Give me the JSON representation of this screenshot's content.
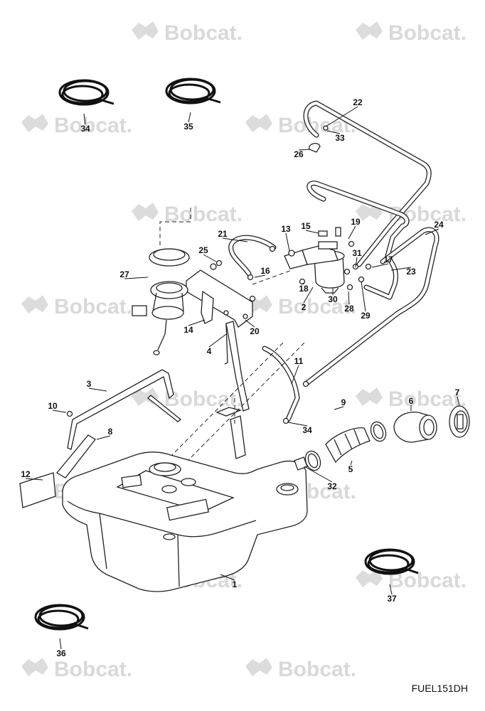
{
  "watermark": {
    "brand": "Bobcat",
    "suffix": "."
  },
  "figure_code": "FUEL151DH",
  "callouts": [
    "1",
    "2",
    "3",
    "4",
    "5",
    "6",
    "7",
    "8",
    "9",
    "10",
    "11",
    "12",
    "13",
    "14",
    "15",
    "16",
    "17",
    "18",
    "19",
    "20",
    "21",
    "22",
    "23",
    "24",
    "25",
    "26",
    "27",
    "28",
    "29",
    "30",
    "31",
    "32",
    "33",
    "34",
    "34",
    "35",
    "36",
    "37"
  ],
  "parts": {
    "p1": "fuel-tank",
    "p2": "fuel-filter",
    "p3": "tank-strap",
    "p4": "strap-bracket",
    "p5": "filler-hose",
    "p6": "filler-neck",
    "p7": "fuel-cap",
    "p8": "pad",
    "p9": "hose-clamps",
    "p12": "label",
    "p27": "fuel-sender-assembly",
    "coils": [
      "hose-coil-34",
      "hose-coil-35",
      "hose-coil-36",
      "hose-coil-37"
    ]
  }
}
